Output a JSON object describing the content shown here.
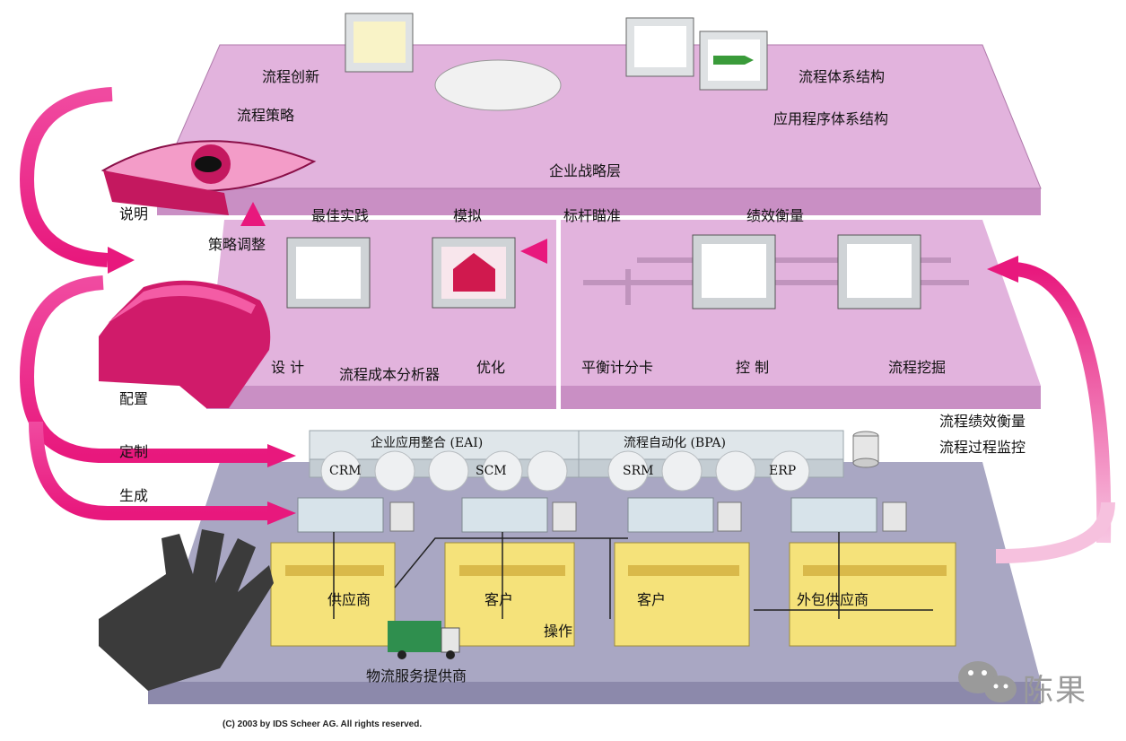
{
  "top_layer": {
    "labels": [
      "流程创新",
      "流程策略",
      "企业战略层",
      "流程体系结构",
      "应用程序体系结构"
    ]
  },
  "middle_layer": {
    "labels": [
      "最佳实践",
      "模拟",
      "标杆瞄准",
      "绩效衡量",
      "策略调整",
      "设 计",
      "流程成本分析器",
      "优化",
      "平衡计分卡",
      "控 制",
      "流程挖掘"
    ]
  },
  "left_side": {
    "labels": [
      "说明",
      "配置",
      "定制",
      "生成"
    ]
  },
  "right_side": {
    "labels": [
      "流程绩效衡量",
      "流程过程监控"
    ]
  },
  "bottom_layer": {
    "eai": "企业应用整合 (EAI)",
    "bpa": "流程自动化 (BPA)",
    "systems": [
      "CRM",
      "SCM",
      "SRM",
      "ERP"
    ],
    "units": [
      "供应商",
      "客户",
      "客户",
      "外包供应商"
    ],
    "operation": "操作",
    "logistics": "物流服务提供商"
  },
  "copyright": "(C) 2003 by IDS Scheer AG. All rights reserved.",
  "watermark": "陈果",
  "colors": {
    "layer_pink": "#e3b4de",
    "arrow_magenta": "#e8187d",
    "bottom_layer": "#a8a6c2",
    "panel_yellow": "#f6e37a"
  }
}
